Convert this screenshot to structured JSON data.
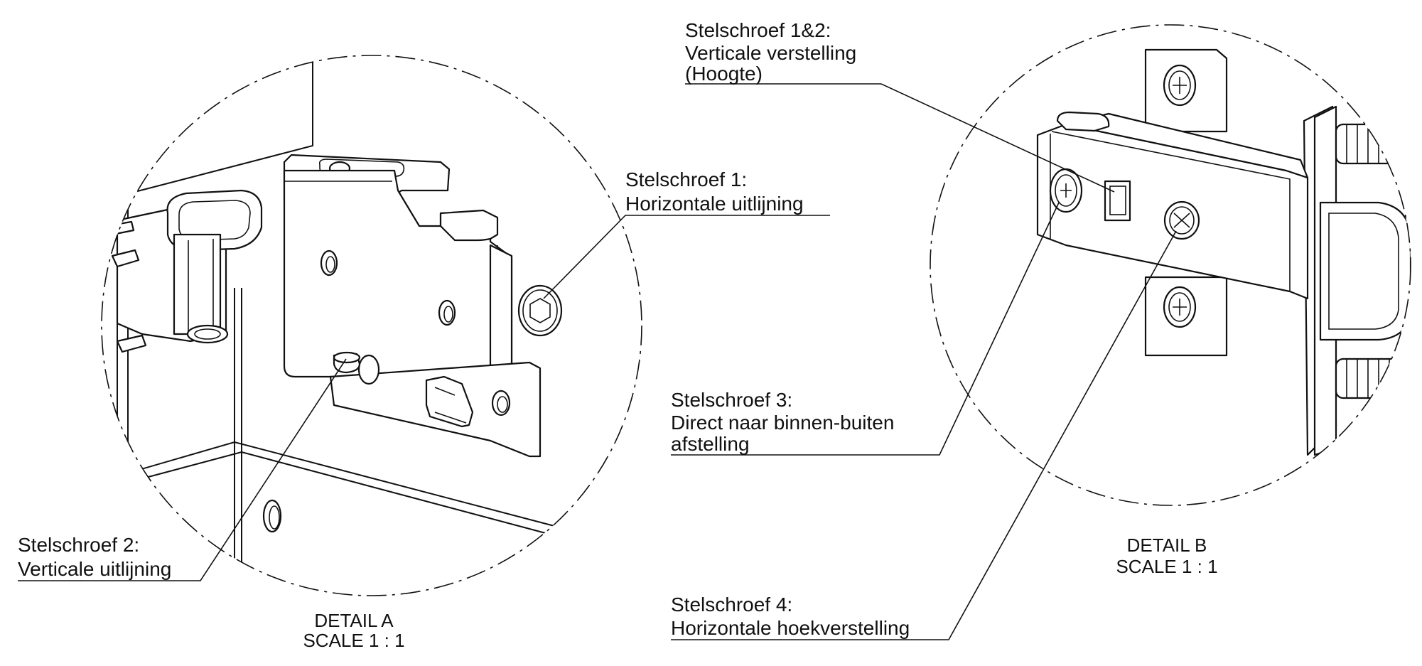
{
  "detail_a": {
    "caption_line1": "DETAIL A",
    "caption_line2": "SCALE 1 : 1",
    "callout_1": {
      "line1": "Stelschroef 1:",
      "line2": "Horizontale uitlijning"
    },
    "callout_2": {
      "line1": "Stelschroef 2:",
      "line2": "Verticale uitlijning"
    }
  },
  "detail_b": {
    "caption_line1": "DETAIL B",
    "caption_line2": "SCALE 1 : 1",
    "callout_12": {
      "line1": "Stelschroef 1&2:",
      "line2": "Verticale verstelling",
      "line3": "(Hoogte)"
    },
    "callout_3": {
      "line1": "Stelschroef 3:",
      "line2": "Direct naar binnen-buiten",
      "line3": "afstelling"
    },
    "callout_4": {
      "line1": "Stelschroef 4:",
      "line2": "Horizontale hoekverstelling"
    }
  }
}
